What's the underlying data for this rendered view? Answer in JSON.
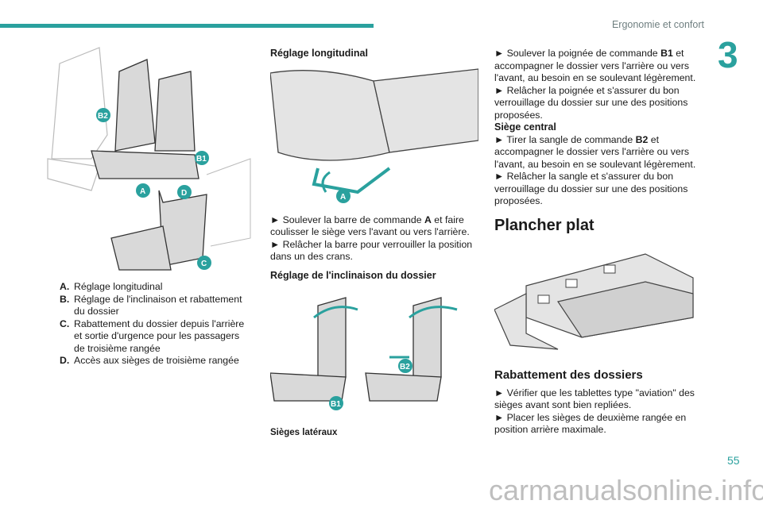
{
  "header": {
    "section": "Ergonomie et confort",
    "chapter": "3",
    "page": "55"
  },
  "left": {
    "legend": [
      {
        "key": "A.",
        "text": "Réglage longitudinal"
      },
      {
        "key": "B.",
        "text": "Réglage de l'inclinaison et rabattement du dossier"
      },
      {
        "key": "C.",
        "text": "Rabattement du dossier depuis l'arrière et sortie d'urgence pour les passagers de troisième rangée"
      },
      {
        "key": "D.",
        "text": "Accès aux sièges de troisième rangée"
      }
    ],
    "labels": [
      "B2",
      "B1",
      "A",
      "D",
      "C"
    ]
  },
  "middle": {
    "title1": "Réglage longitudinal",
    "label_a": "A",
    "p1a": "► Soulever la barre de commande ",
    "p1b": "A",
    "p1c": " et faire coulisser le siège vers l'avant ou vers l'arrière.",
    "p2": "► Relâcher la barre pour verrouiller la position dans un des crans.",
    "title2": "Réglage de l'inclinaison du dossier",
    "labels2": [
      "B1",
      "B2"
    ],
    "caption": "Sièges latéraux"
  },
  "right": {
    "p1a": "► Soulever la poignée de commande ",
    "p1b": "B1",
    "p1c": " et accompagner le dossier vers l'arrière ou vers l'avant, au besoin en se soulevant légèrement.",
    "p2": "► Relâcher la poignée et s'assurer du bon verrouillage du dossier sur une des positions proposées.",
    "sub": "Siège central",
    "p3a": "► Tirer la sangle de commande ",
    "p3b": "B2",
    "p3c": " et accompagner le dossier vers l'arrière ou vers l'avant, au besoin en se soulevant légèrement.",
    "p4": "► Relâcher la sangle et s'assurer du bon verrouillage du dossier sur une des positions proposées.",
    "title": "Plancher plat",
    "subtitle": "Rabattement des dossiers",
    "p5": "► Vérifier que les tablettes type \"aviation\" des sièges avant sont bien repliées.",
    "p6": "► Placer les sièges de deuxième rangée en position arrière maximale."
  },
  "watermark": "carmanualsonline.info"
}
